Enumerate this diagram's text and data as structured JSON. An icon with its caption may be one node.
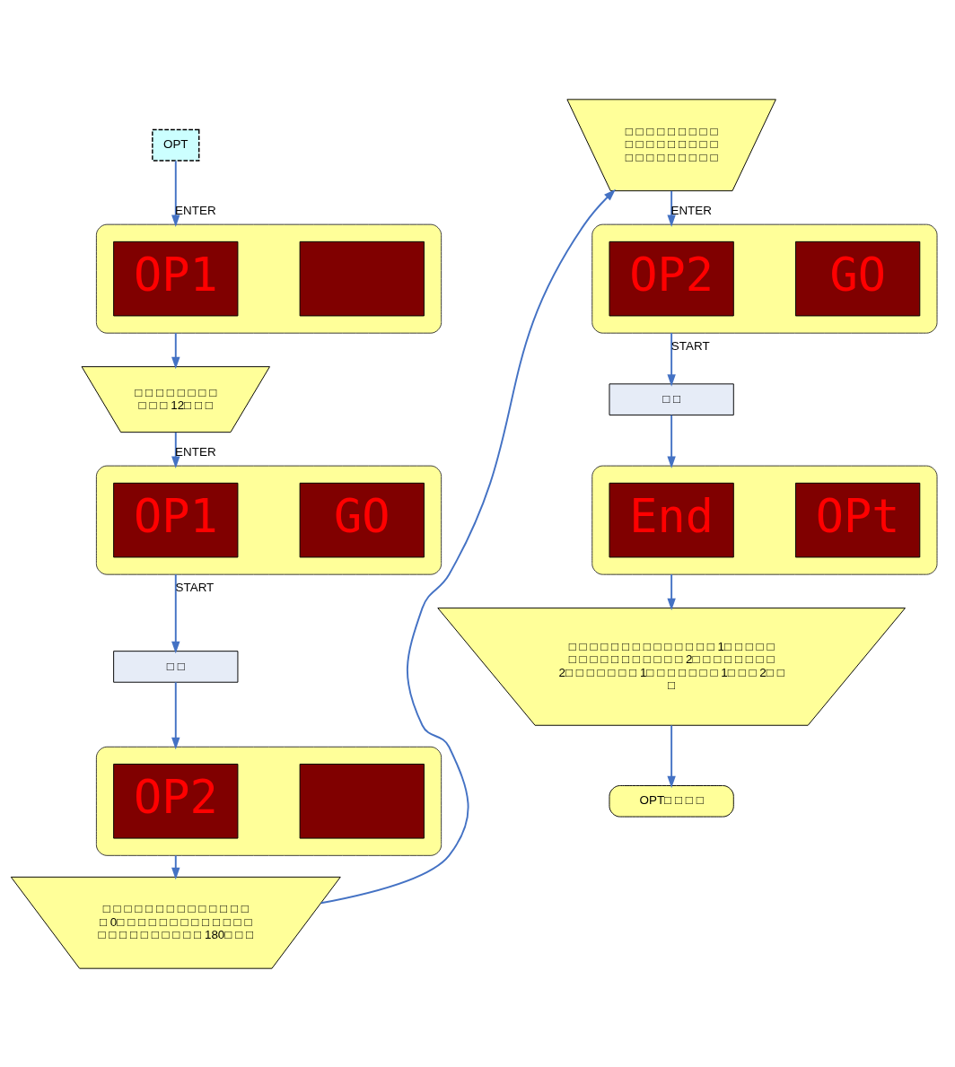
{
  "diagram": {
    "nodes": [
      {
        "text": [
          "OPT"
        ]
      },
      {
        "text": [],
        "shape": "ellipse"
      },
      {
        "text": [
          "OP1"
        ],
        "in": 1
      },
      {
        "text": [],
        "shape": "box",
        "in": 1
      },
      {
        "text": [
          "□ □ □ □ □ □ □ □ □ □ □ 12□ □ □"
        ]
      },
      {
        "text": [],
        "shape": "ellipse"
      },
      {
        "text": [
          "OP1"
        ],
        "in": 5
      },
      {
        "text": [
          "GO"
        ],
        "in": 5
      },
      {
        "text": [
          "□ □"
        ]
      },
      {
        "text": [],
        "shape": "ellipse"
      },
      {
        "text": [
          "OP2"
        ],
        "in": 9
      },
      {
        "text": [],
        "shape": "box",
        "in": 9
      },
      {
        "text": [
          "□ □ □ □ □ □ □ □ □ □ □ □ □ □ □ 0□ □ □ □ □ □ □ □ □ □ □ □ □ □ □ □ □ □ □ □ □ □ □ 180□ □ □"
        ]
      },
      {
        "text": [
          "□ □ □ □ □ □ □ □ □ □ □ □ □ □ □ □ □ □ □ □ □ □ □ □ □ □ □"
        ]
      },
      {
        "text": [],
        "shape": "ellipse"
      },
      {
        "text": [
          "OP2"
        ],
        "in": 14
      },
      {
        "text": [
          "GO"
        ],
        "in": 14
      },
      {
        "text": [
          "□ □"
        ]
      },
      {
        "text": [],
        "shape": "ellipse"
      },
      {
        "text": [
          "End"
        ],
        "in": 18
      },
      {
        "text": [
          "OPt"
        ],
        "in": 18
      },
      {
        "text": [
          "□ □ □ □ □ □ □ □ □ □ □ □ □ □ 1□ □ □ □ □ □ □ □ □ □ □ □ □ □ □ □ 2□ □ □ □ □ □ □ □ 2□ □ □ □ □ □ □ 1□ □ □ □ □ □ □ 1□ □ □ 2□ □ □"
        ]
      },
      {
        "text": [
          "OPT□ □ □ □"
        ]
      }
    ],
    "edges": [
      {
        "from": 0,
        "to": 1,
        "arrow": "to",
        "label": "ENTER"
      },
      {
        "from": 1,
        "to": 4,
        "arrow": "to"
      },
      {
        "from": 4,
        "to": 5,
        "arrow": "to",
        "label": "ENTER"
      },
      {
        "from": 5,
        "to": 8,
        "arrow": "to",
        "label": "START"
      },
      {
        "from": 8,
        "to": 9,
        "arrow": "to"
      },
      {
        "from": 9,
        "to": 12,
        "arrow": "to"
      },
      {
        "from": 12,
        "to": 13,
        "arrow": "to"
      },
      {
        "from": 13,
        "to": 14,
        "arrow": "to",
        "label": "ENTER"
      },
      {
        "from": 14,
        "to": 17,
        "arrow": "to",
        "label": "START"
      },
      {
        "from": 17,
        "to": 18,
        "arrow": "to"
      },
      {
        "from": 18,
        "to": 21,
        "arrow": "to"
      },
      {
        "from": 21,
        "to": 22,
        "arrow": "to"
      }
    ]
  }
}
